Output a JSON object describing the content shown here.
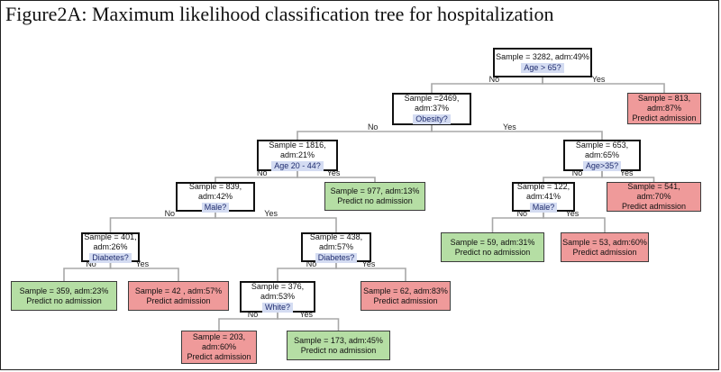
{
  "title": "Figure2A: Maximum likelihood classification tree for hospitalization",
  "colors": {
    "decision_fill": "#ffffff",
    "predict_no_admission_fill": "#b5dea4",
    "predict_admission_fill": "#ef9a9a",
    "question_highlight": "#d4dcf2",
    "edge": "#a8a8a8"
  },
  "nodes": {
    "root": {
      "lines": [
        "Sample = 3282, adm:49%"
      ],
      "question": "Age > 65?"
    },
    "obesity": {
      "lines": [
        "Sample =2469,",
        "adm:37%"
      ],
      "question": "Obesity?"
    },
    "age_over_65_leaf": {
      "lines": [
        "Sample = 813,",
        "adm:87%",
        "Predict admission"
      ]
    },
    "age_20_44": {
      "lines": [
        "Sample = 1816,",
        "adm:21%"
      ],
      "question": "Age 20 - 44?"
    },
    "age_35": {
      "lines": [
        "Sample = 653,",
        "adm:65%"
      ],
      "question": "Age>35?"
    },
    "male_left": {
      "lines": [
        "Sample = 839,",
        "adm:42%"
      ],
      "question": "Male?"
    },
    "leaf_977": {
      "lines": [
        "Sample = 977, adm:13%",
        "Predict no admission"
      ]
    },
    "male_right": {
      "lines": [
        "Sample = 122,",
        "adm:41%"
      ],
      "question": "Male?"
    },
    "leaf_541": {
      "lines": [
        "Sample = 541,",
        "adm:70%",
        "Predict admission"
      ]
    },
    "diabetes_left": {
      "lines": [
        "Sample = 401,",
        "adm:26%"
      ],
      "question": "Diabetes?"
    },
    "diabetes_right": {
      "lines": [
        "Sample = 438,",
        "adm:57%"
      ],
      "question": "Diabetes?"
    },
    "leaf_59": {
      "lines": [
        "Sample = 59, adm:31%",
        "Predict no admission"
      ]
    },
    "leaf_53": {
      "lines": [
        "Sample = 53, adm:60%",
        "Predict admission"
      ]
    },
    "leaf_359": {
      "lines": [
        "Sample = 359, adm:23%",
        "Predict no admission"
      ]
    },
    "leaf_42": {
      "lines": [
        "Sample = 42 , adm:57%",
        "Predict admission"
      ]
    },
    "white": {
      "lines": [
        "Sample = 376,",
        "adm:53%"
      ],
      "question": "White?"
    },
    "leaf_62": {
      "lines": [
        "Sample = 62, adm:83%",
        "Predict admission"
      ]
    },
    "leaf_203": {
      "lines": [
        "Sample = 203,",
        "adm:60%",
        "Predict admission"
      ]
    },
    "leaf_173": {
      "lines": [
        "Sample = 173, adm:45%",
        "Predict no admission"
      ]
    }
  },
  "edge_labels": {
    "no": "No",
    "yes": "Yes"
  }
}
